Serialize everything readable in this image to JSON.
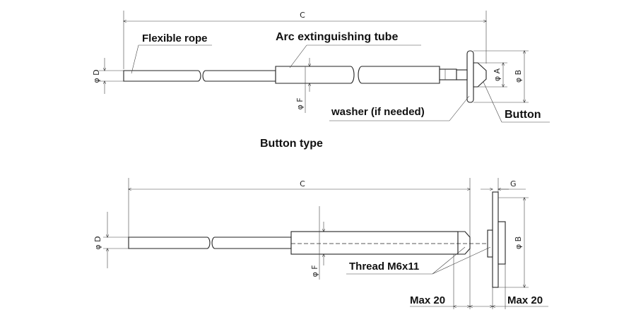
{
  "top_drawing": {
    "dim_C": "C",
    "dim_D": "φ D",
    "dim_F": "φ F",
    "dim_A": "φ A",
    "dim_B": "φ B",
    "label_rope": "Flexible rope",
    "label_tube": "Arc extinguishing tube",
    "label_washer": "washer (if needed)",
    "label_button": "Button",
    "caption": "Button type"
  },
  "bottom_drawing": {
    "dim_C": "C",
    "dim_G": "G",
    "dim_D": "φ D",
    "dim_F": "φ F",
    "dim_B": "φ B",
    "label_thread": "Thread M6x11",
    "label_max_left": "Max 20",
    "label_max_right": "Max 20"
  }
}
